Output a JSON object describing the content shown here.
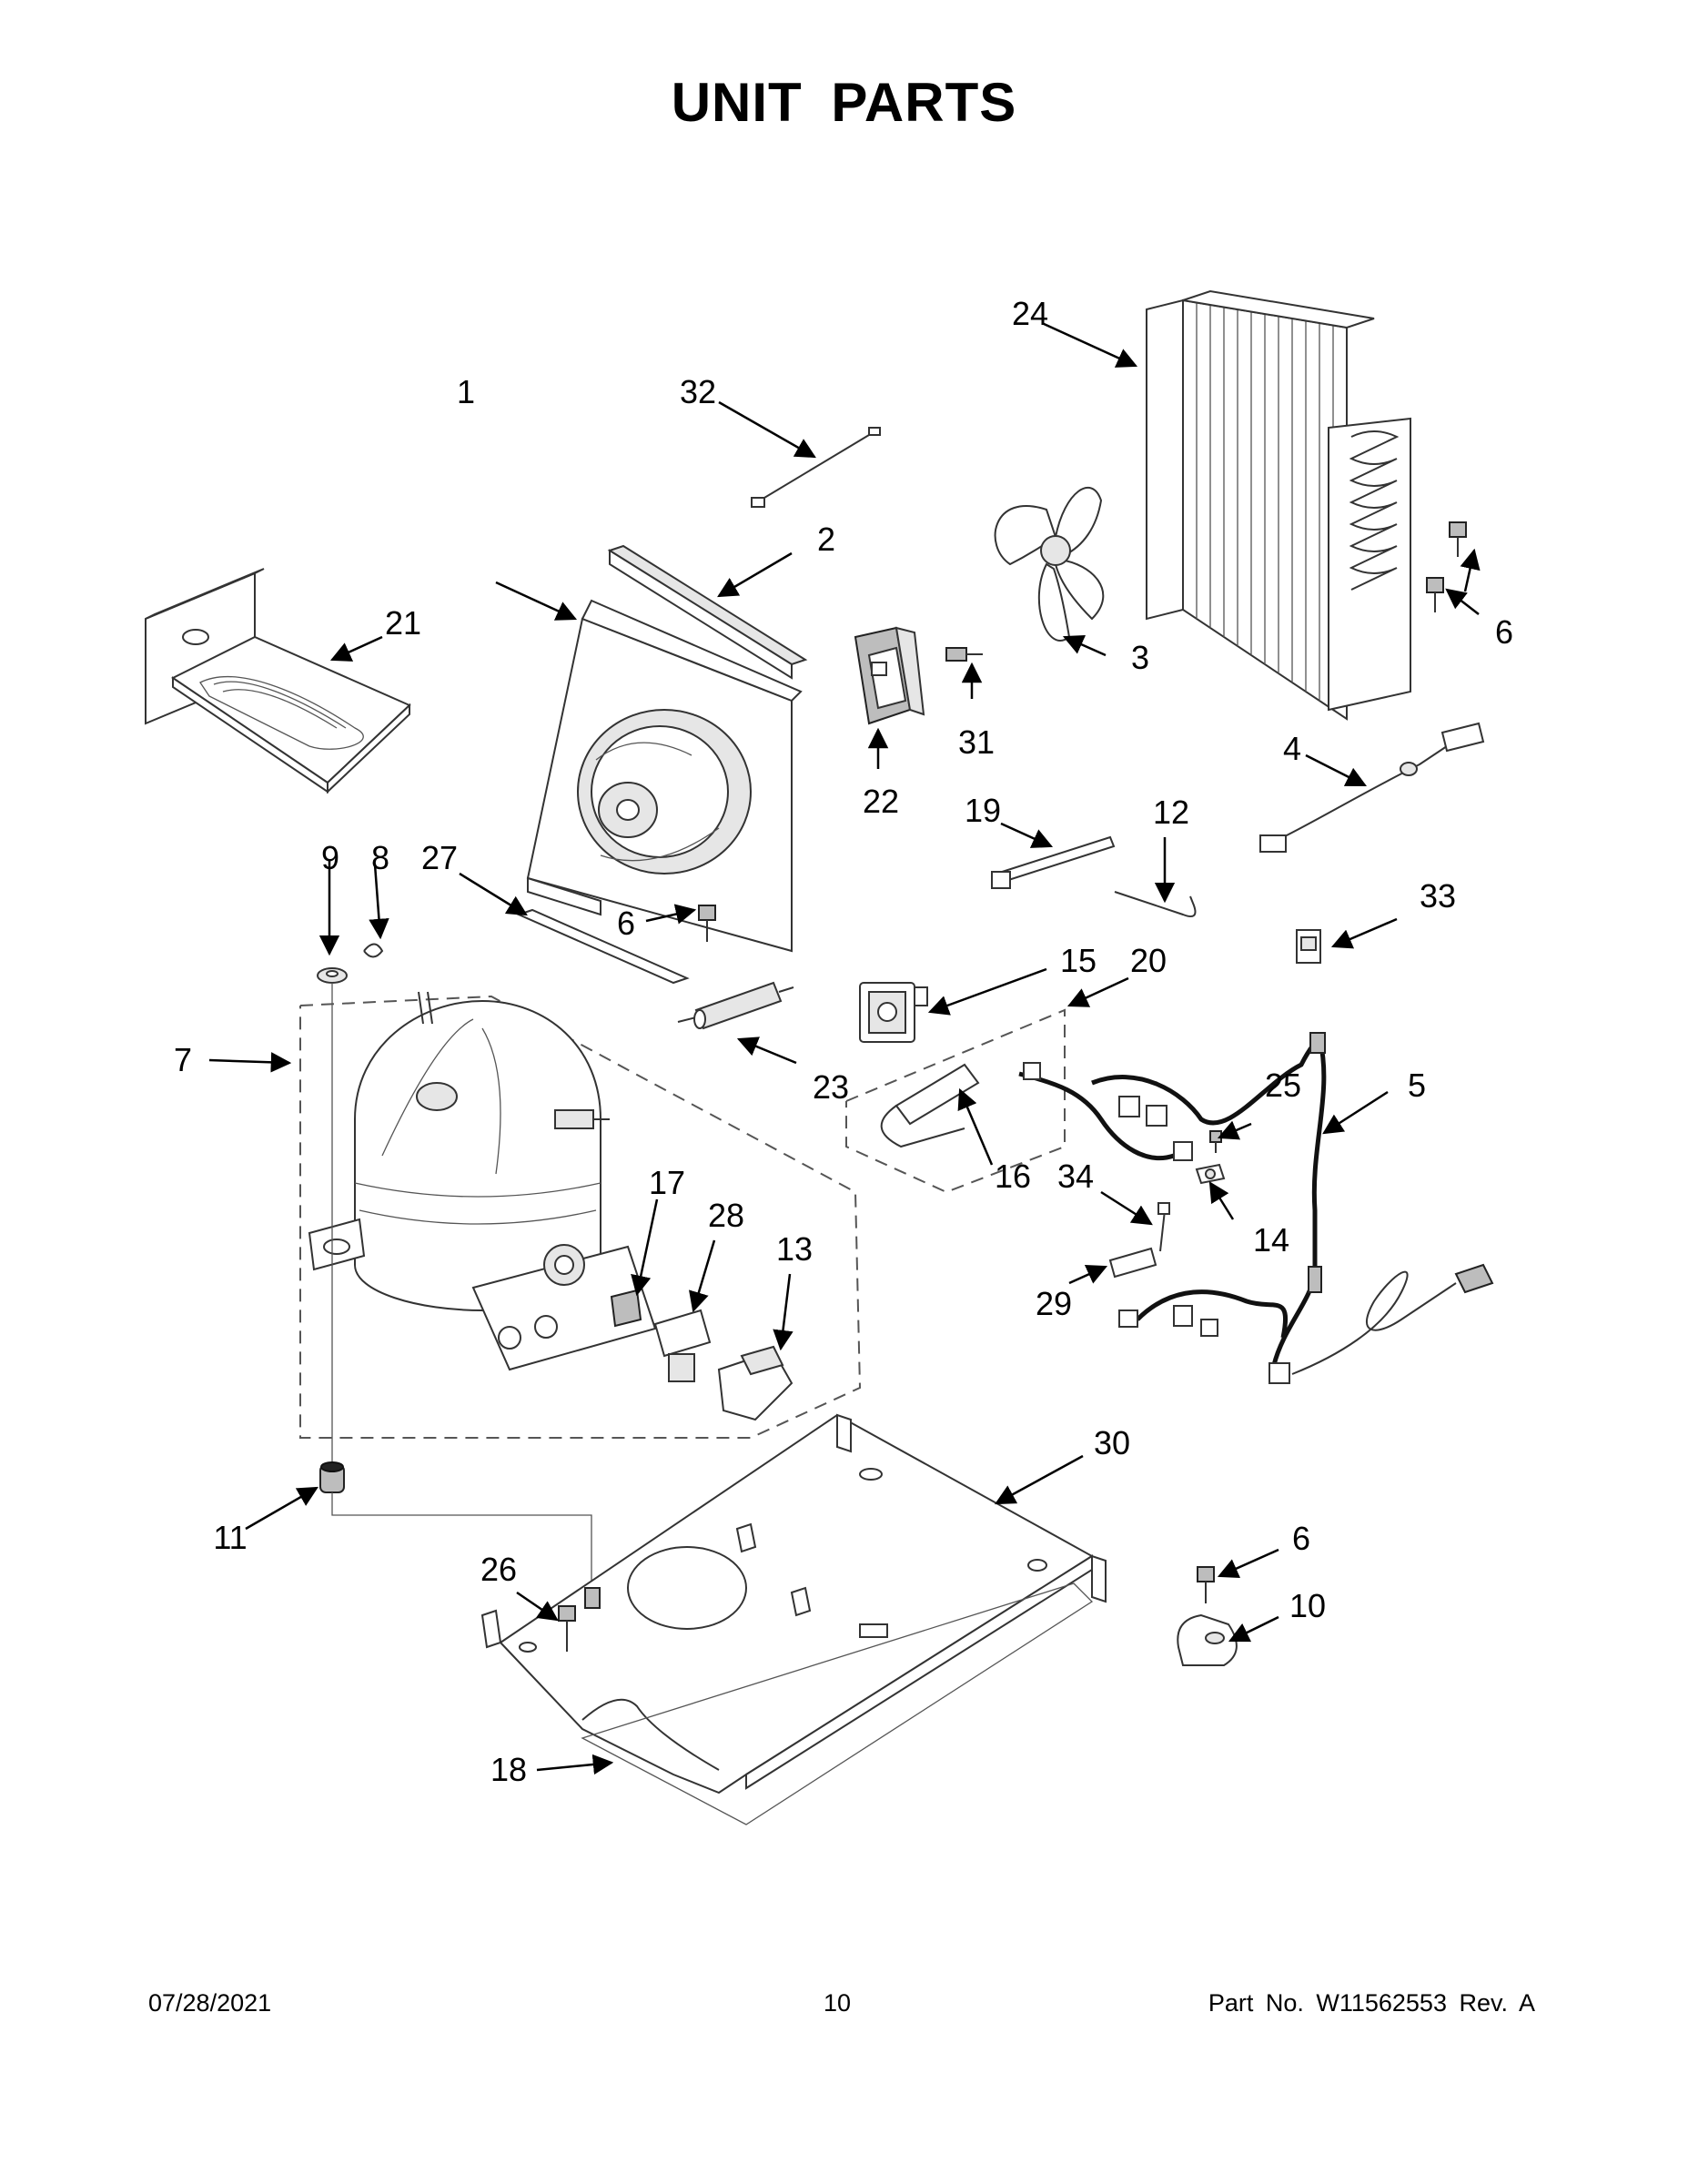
{
  "title": "UNIT PARTS",
  "footer": {
    "date": "07/28/2021",
    "page": "10",
    "part_no": "Part No.  W11562553  Rev.  A"
  },
  "callouts": [
    "1",
    "2",
    "3",
    "4",
    "5",
    "6",
    "6",
    "6",
    "6",
    "7",
    "8",
    "9",
    "10",
    "11",
    "12",
    "13",
    "14",
    "15",
    "16",
    "17",
    "18",
    "19",
    "20",
    "21",
    "22",
    "23",
    "24",
    "25",
    "26",
    "27",
    "28",
    "29",
    "30",
    "31",
    "32",
    "33",
    "34"
  ]
}
